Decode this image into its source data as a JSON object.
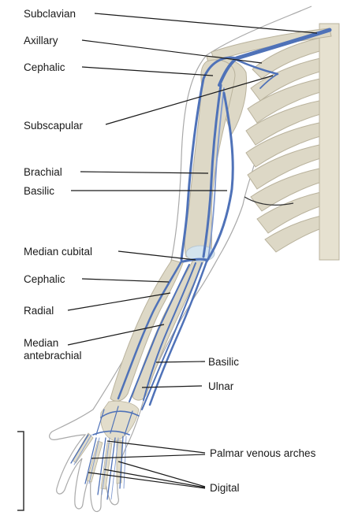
{
  "colors": {
    "vein": "#4f72b8",
    "vein_light": "#7f99cf",
    "bone": "#ddd8c6",
    "bone_stroke": "#b9b29c",
    "skin_outline": "#a9a9a9",
    "leader": "#1a1a1a"
  },
  "labels": {
    "subclavian": "Subclavian",
    "axillary": "Axillary",
    "cephalic_upper": "Cephalic",
    "subscapular": "Subscapular",
    "brachial": "Brachial",
    "basilic_upper": "Basilic",
    "median_cubital": "Median cubital",
    "cephalic_lower": "Cephalic",
    "radial": "Radial",
    "median_antebrachial_1": "Median",
    "median_antebrachial_2": "antebrachial",
    "basilic_lower": "Basilic",
    "ulnar": "Ulnar",
    "palmar_venous_arches": "Palmar venous arches",
    "digital": "Digital"
  },
  "icons": [
    "bracket-icon"
  ]
}
